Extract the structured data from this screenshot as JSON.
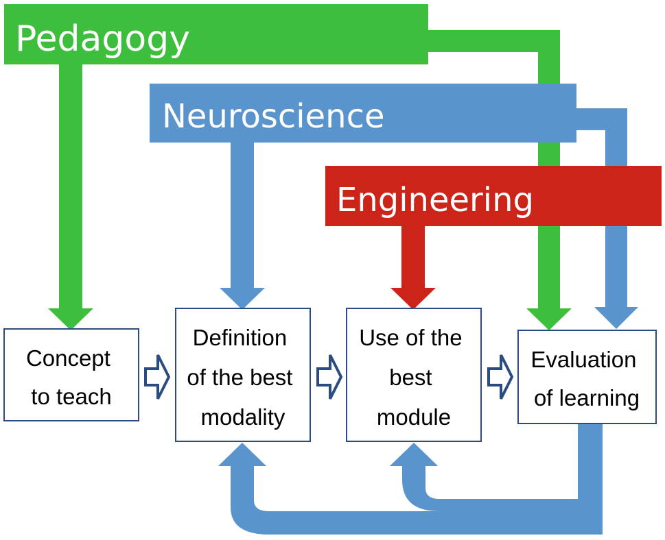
{
  "domains": {
    "pedagogy": {
      "label": "Pedagogy",
      "color": "#3dbf3d"
    },
    "neuroscience": {
      "label": "Neuroscience",
      "color": "#5a94cc"
    },
    "engineering": {
      "label": "Engineering",
      "color": "#cc2419"
    }
  },
  "process": [
    {
      "id": "concept",
      "lines": [
        "Concept",
        "to teach"
      ]
    },
    {
      "id": "definition",
      "lines": [
        "Definition",
        "of the best",
        "modality"
      ]
    },
    {
      "id": "use",
      "lines": [
        "Use of the",
        "best",
        "module"
      ]
    },
    {
      "id": "evaluation",
      "lines": [
        "Evaluation",
        "of learning"
      ]
    }
  ],
  "colors": {
    "box_border": "#2b4c80",
    "flow_arrow": "#2b4c80",
    "feedback": "#5a94cc"
  }
}
